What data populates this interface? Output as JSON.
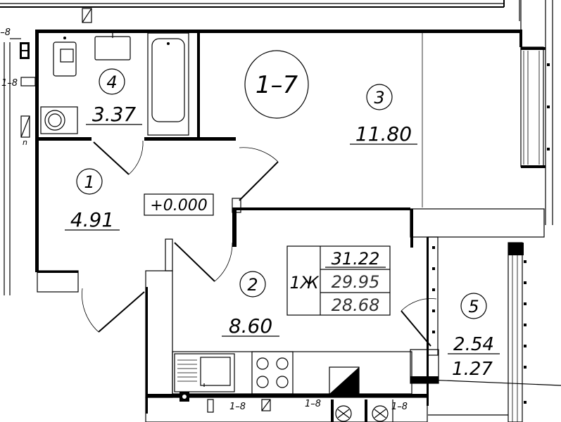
{
  "apartment": {
    "number": "1–7",
    "type_label": "1Ж",
    "area_total": "31.22",
    "area_living_incl": "29.95",
    "area_net": "28.68",
    "elevation": "+0.000"
  },
  "rooms": [
    {
      "number": "1",
      "area": "4.91"
    },
    {
      "number": "2",
      "area": "8.60"
    },
    {
      "number": "3",
      "area": "11.80"
    },
    {
      "number": "4",
      "area": "3.37"
    },
    {
      "number": "5",
      "area": "2.54",
      "reduced_area": "1.27"
    }
  ],
  "axis_labels": {
    "axis_1": "1–8",
    "axis_2": "1–8",
    "axis_3": "1–8",
    "axis_4": "1–8",
    "axis_5": "1–8",
    "axis_n": "n"
  }
}
